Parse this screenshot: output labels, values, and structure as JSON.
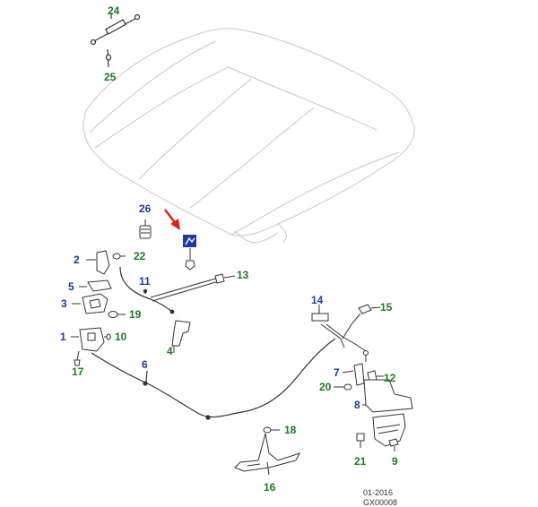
{
  "colors": {
    "blue": "#1f3aa6",
    "green": "#1e7a23",
    "arrow": "#e0201b",
    "line": "#333333",
    "hood": "#c8c8c8"
  },
  "callouts": [
    {
      "id": "24",
      "text": "24",
      "color": "green"
    },
    {
      "id": "25",
      "text": "25",
      "color": "green"
    },
    {
      "id": "26",
      "text": "26",
      "color": "blue"
    },
    {
      "id": "2",
      "text": "2",
      "color": "blue"
    },
    {
      "id": "22",
      "text": "22",
      "color": "green"
    },
    {
      "id": "11",
      "text": "11",
      "color": "blue"
    },
    {
      "id": "13",
      "text": "13",
      "color": "green"
    },
    {
      "id": "5",
      "text": "5",
      "color": "blue"
    },
    {
      "id": "3",
      "text": "3",
      "color": "blue"
    },
    {
      "id": "19",
      "text": "19",
      "color": "green"
    },
    {
      "id": "1",
      "text": "1",
      "color": "blue"
    },
    {
      "id": "10",
      "text": "10",
      "color": "green"
    },
    {
      "id": "4",
      "text": "4",
      "color": "green"
    },
    {
      "id": "17",
      "text": "17",
      "color": "green"
    },
    {
      "id": "6",
      "text": "6",
      "color": "blue"
    },
    {
      "id": "14",
      "text": "14",
      "color": "blue"
    },
    {
      "id": "15",
      "text": "15",
      "color": "green"
    },
    {
      "id": "7",
      "text": "7",
      "color": "blue"
    },
    {
      "id": "12",
      "text": "12",
      "color": "green"
    },
    {
      "id": "20",
      "text": "20",
      "color": "green"
    },
    {
      "id": "8",
      "text": "8",
      "color": "blue"
    },
    {
      "id": "18",
      "text": "18",
      "color": "green"
    },
    {
      "id": "21",
      "text": "21",
      "color": "green"
    },
    {
      "id": "9",
      "text": "9",
      "color": "green"
    },
    {
      "id": "16",
      "text": "16",
      "color": "green"
    }
  ],
  "footer": {
    "date": "01-2016",
    "code": "GX00008"
  },
  "icons": {
    "marker": "service-manual-icon",
    "pointer": "red-arrow-icon"
  }
}
